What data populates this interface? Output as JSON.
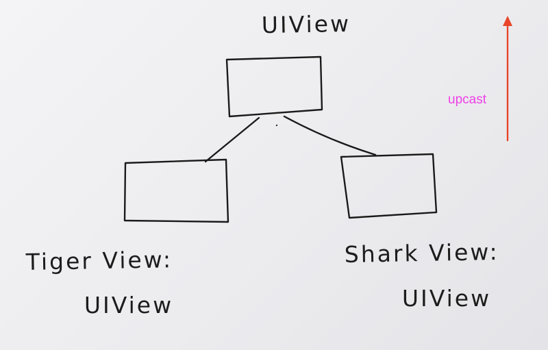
{
  "diagram": {
    "root": {
      "label": "UIView"
    },
    "children": [
      {
        "label_line1": "Tiger View:",
        "label_line2": "UIView"
      },
      {
        "label_line1": "Shark View:",
        "label_line2": "UIView"
      }
    ],
    "arrow": {
      "label": "upcast",
      "direction": "up",
      "arrow_color": "#e8452a",
      "label_color": "#ee3fe6"
    }
  }
}
